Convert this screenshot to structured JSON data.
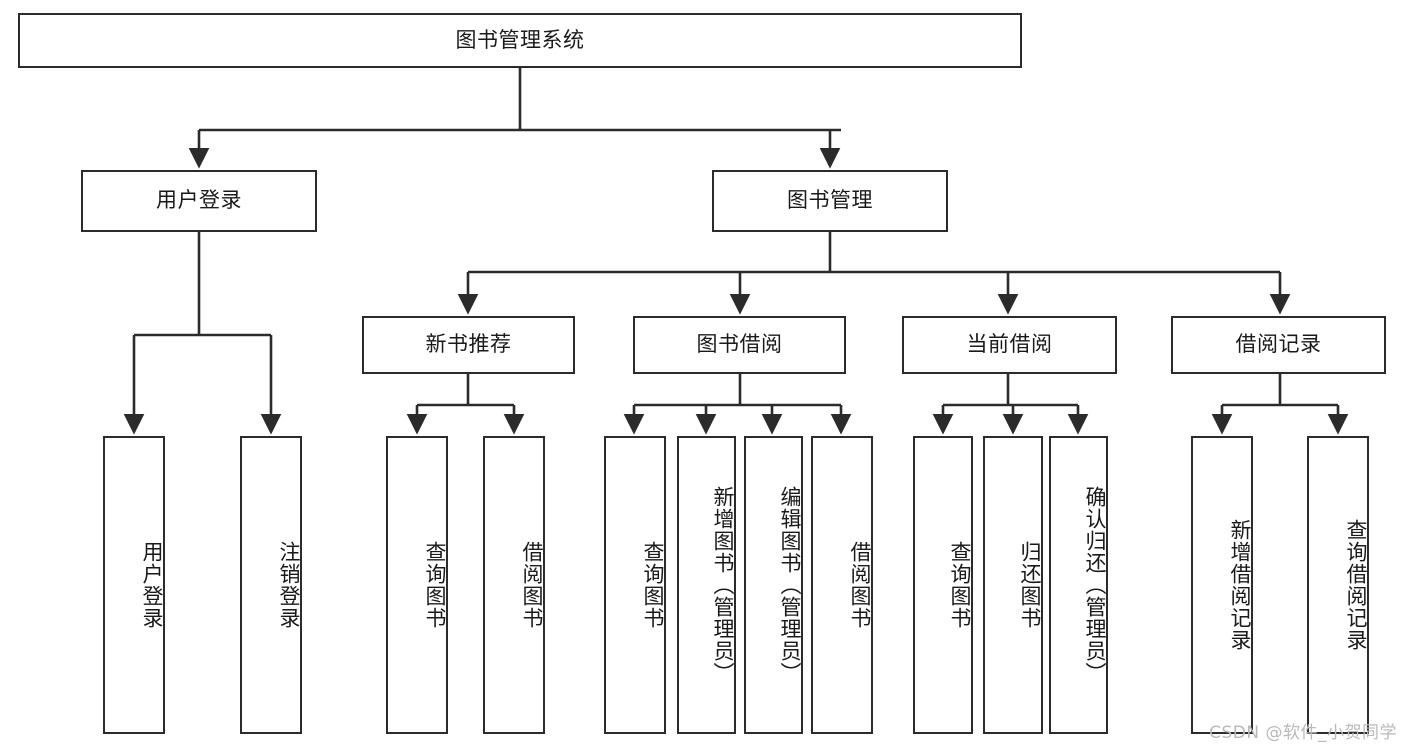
{
  "diagram": {
    "type": "tree-hierarchy",
    "title": "图书管理系统",
    "watermark": "CSDN @软件_小贺同学",
    "colors": {
      "border": "#2b2b2b",
      "background": "#ffffff",
      "text": "#1a1a1a",
      "watermark": "#b9b9b9"
    },
    "nodes": {
      "root": {
        "label": "图书管理系统",
        "orientation": "horizontal"
      },
      "level2": [
        {
          "id": "user-login",
          "label": "用户登录",
          "orientation": "horizontal"
        },
        {
          "id": "book-management",
          "label": "图书管理",
          "orientation": "horizontal"
        }
      ],
      "level3": [
        {
          "id": "new-book-recommend",
          "label": "新书推荐",
          "orientation": "horizontal"
        },
        {
          "id": "book-borrow",
          "label": "图书借阅",
          "orientation": "horizontal"
        },
        {
          "id": "current-borrow",
          "label": "当前借阅",
          "orientation": "horizontal"
        },
        {
          "id": "borrow-record",
          "label": "借阅记录",
          "orientation": "horizontal"
        }
      ],
      "leaves": {
        "user-login": [
          {
            "id": "leaf-user-login",
            "label": "用户登录",
            "orientation": "vertical"
          },
          {
            "id": "leaf-user-logout",
            "label": "注销登录",
            "orientation": "vertical"
          }
        ],
        "new-book-recommend": [
          {
            "id": "leaf-query-book-1",
            "label": "查询图书",
            "orientation": "vertical"
          },
          {
            "id": "leaf-borrow-book-1",
            "label": "借阅图书",
            "orientation": "vertical"
          }
        ],
        "book-borrow": [
          {
            "id": "leaf-query-book-2",
            "label": "查询图书",
            "orientation": "vertical"
          },
          {
            "id": "leaf-add-book-admin",
            "label": "新增图书（管理员）",
            "orientation": "vertical"
          },
          {
            "id": "leaf-edit-book-admin",
            "label": "编辑图书（管理员）",
            "orientation": "vertical"
          },
          {
            "id": "leaf-borrow-book-2",
            "label": "借阅图书",
            "orientation": "vertical"
          }
        ],
        "current-borrow": [
          {
            "id": "leaf-query-book-3",
            "label": "查询图书",
            "orientation": "vertical"
          },
          {
            "id": "leaf-return-book",
            "label": "归还图书",
            "orientation": "vertical"
          },
          {
            "id": "leaf-confirm-return-admin",
            "label": "确认归还（管理员）",
            "orientation": "vertical"
          }
        ],
        "borrow-record": [
          {
            "id": "leaf-add-borrow-record",
            "label": "新增借阅记录",
            "orientation": "vertical"
          },
          {
            "id": "leaf-query-borrow-record",
            "label": "查询借阅记录",
            "orientation": "vertical"
          }
        ]
      }
    }
  }
}
